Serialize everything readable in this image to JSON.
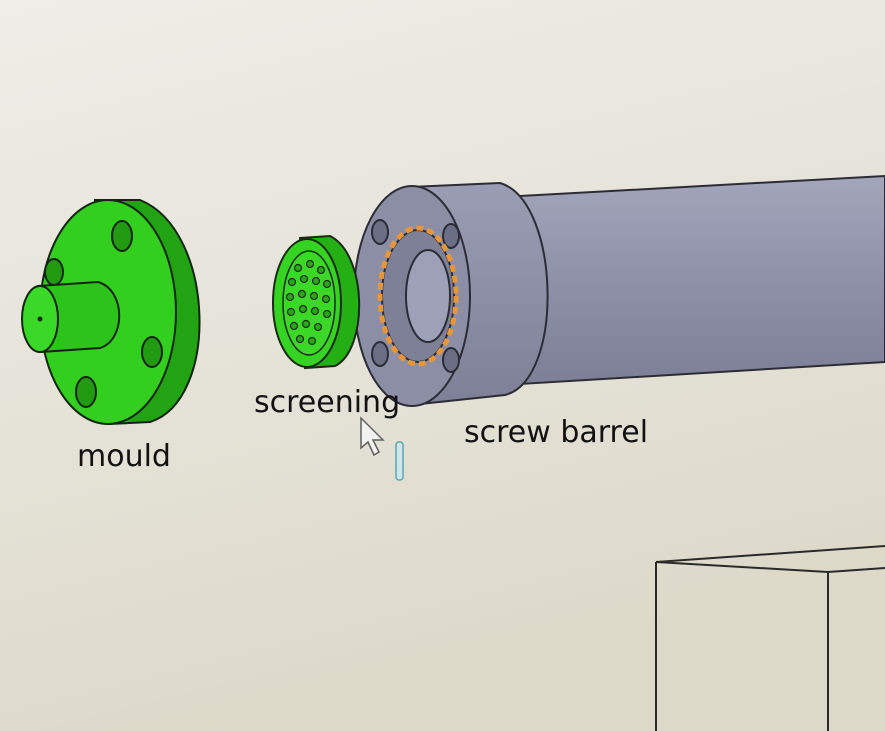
{
  "labels": {
    "mould": "mould",
    "screening": "screening",
    "screw_barrel": "screw barrel"
  },
  "colors": {
    "part_green": "#2fcf1c",
    "part_green_dark": "#1f9c13",
    "barrel_gray": "#8e90a8",
    "barrel_gray_dark": "#74768e",
    "seal_orange": "#e8963a",
    "background": "#e6e4d9"
  },
  "icons": {
    "cursor": "mouse-pointer-icon",
    "text_caret": "text-cursor-icon"
  }
}
